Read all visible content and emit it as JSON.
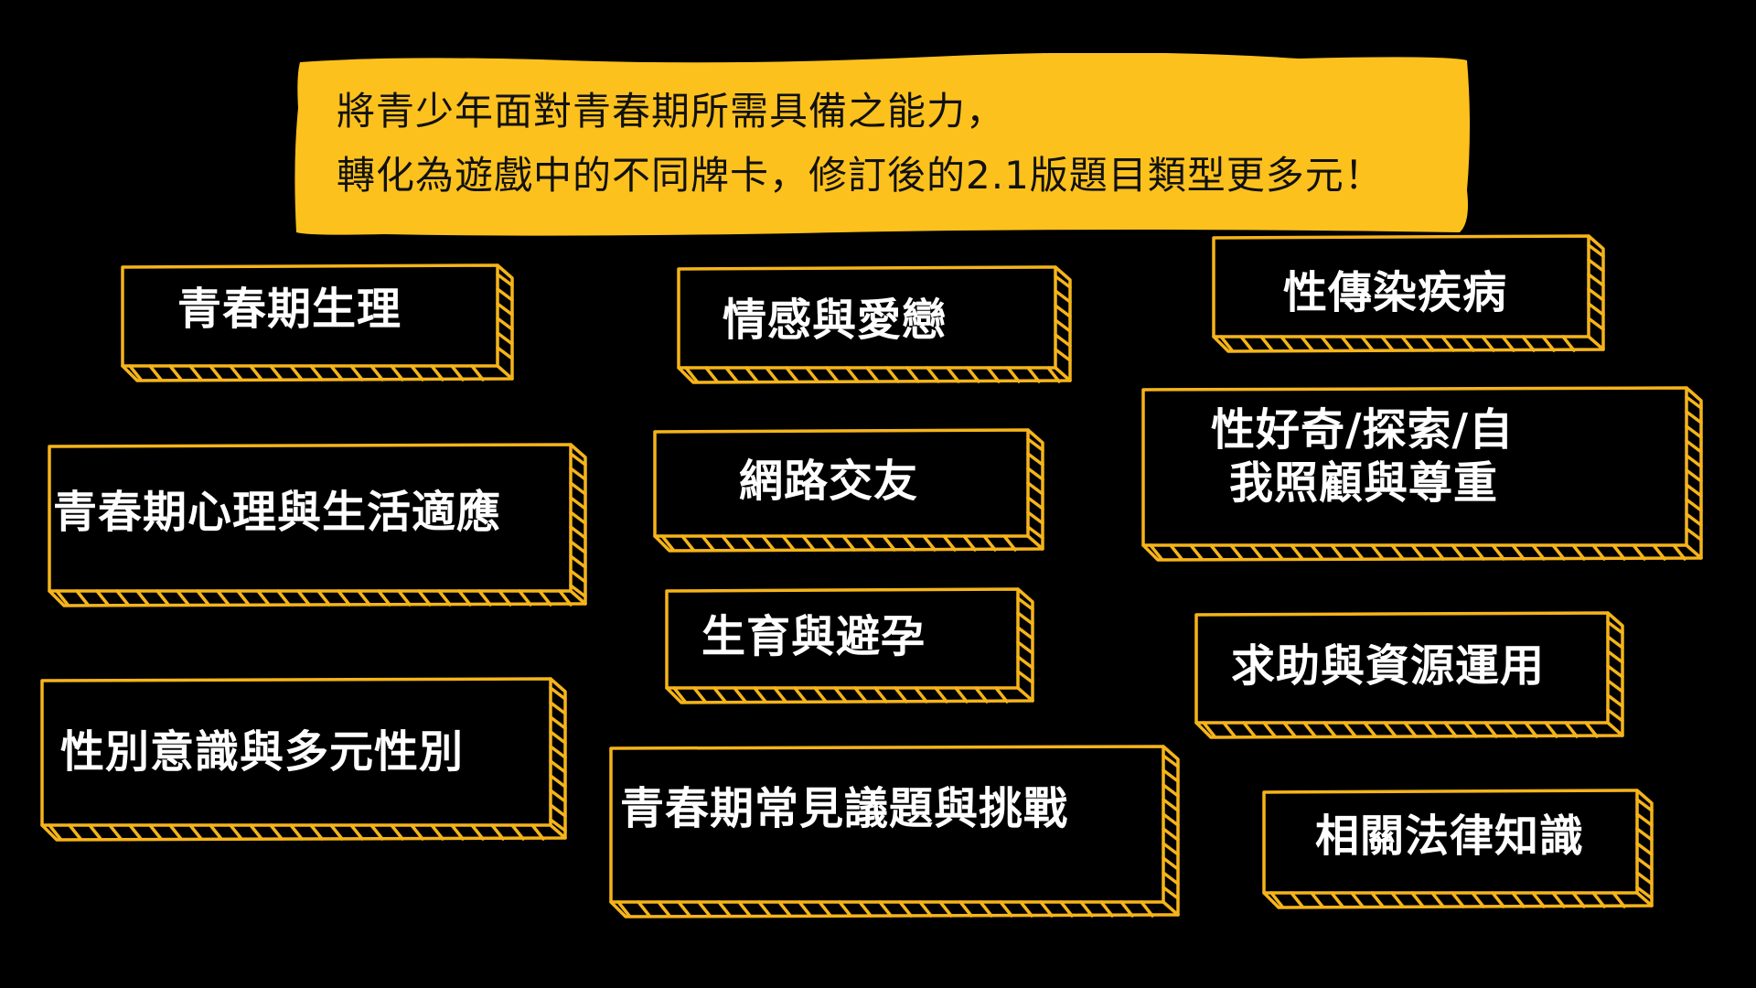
{
  "colors": {
    "background": "#000000",
    "accent": "#F5B41A",
    "banner": "#FDC11D"
  },
  "intro": {
    "line1": "將青少年面對青春期所需具備之能力，",
    "line2": "轉化為遊戲中的不同牌卡，修訂後的2.1版題目類型更多元！"
  },
  "topics": {
    "adolescent_physiology": "青春期生理",
    "emotion_love": "情感與愛戀",
    "sti": "性傳染疾病",
    "psychology_adjustment": "青春期心理與生活適應",
    "online_dating": "網路交友",
    "curiosity_line1": "性好奇/探索/自",
    "curiosity_line2": "我照顧與尊重",
    "fertility_contraception": "生育與避孕",
    "help_resources": "求助與資源運用",
    "gender_diversity": "性別意識與多元性別",
    "common_issues": "青春期常見議題與挑戰",
    "legal_knowledge": "相關法律知識"
  }
}
